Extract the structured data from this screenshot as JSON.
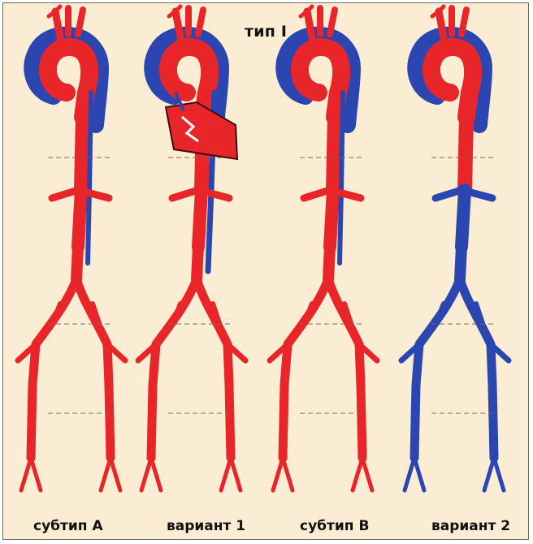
{
  "title": "тип I",
  "colors": {
    "arterial": "#e8262a",
    "venous": "#2b46b0",
    "background": "#fbedd3",
    "outline": "#3a0c0c"
  },
  "panels": [
    {
      "label": "субтип А",
      "venous_segment": "thoracic"
    },
    {
      "label": "вариант 1",
      "venous_segment": "thoracic-abdominal"
    },
    {
      "label": "субтип В",
      "venous_segment": "descending-thoracic"
    },
    {
      "label": "вариант 2",
      "venous_segment": "distal-from-arch"
    }
  ]
}
